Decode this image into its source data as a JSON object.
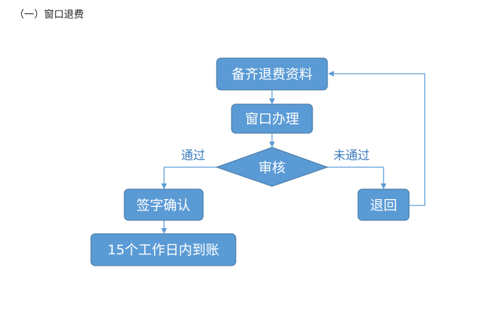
{
  "heading": "（一）窗口退费",
  "colors": {
    "node_fill": "#5b9bd5",
    "node_stroke": "#41719c",
    "edge": "#5b9bd5",
    "edge_label": "#3b7bbf"
  },
  "nodes": {
    "prepare": "备齐退费资料",
    "window": "窗口办理",
    "review": "审核",
    "sign": "签字确认",
    "refund": "15个工作日内到账",
    "return": "退回"
  },
  "edges": {
    "pass": "通过",
    "fail": "未通过"
  }
}
